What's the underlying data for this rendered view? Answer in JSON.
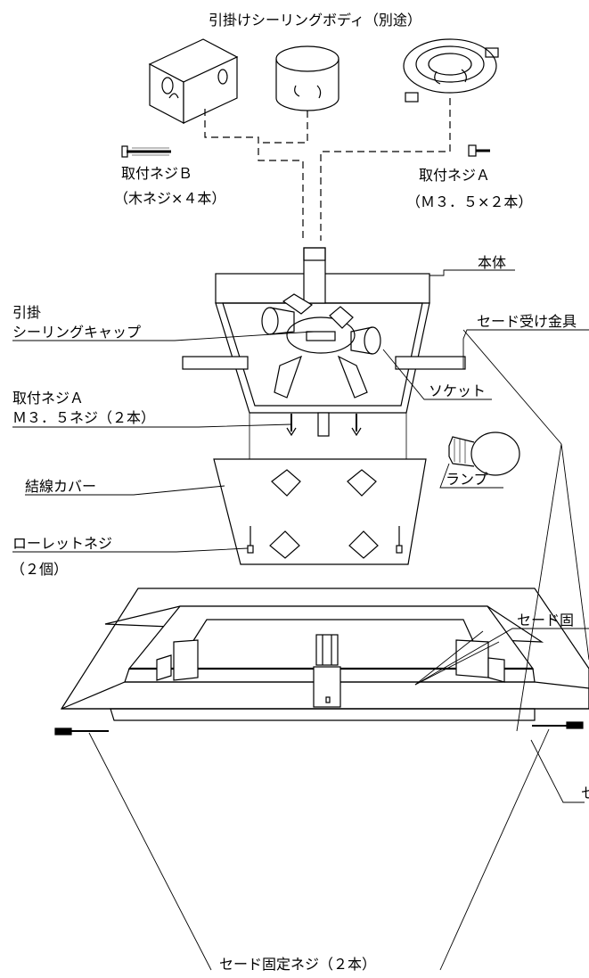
{
  "title": "引掛けシーリングボディ（別途）",
  "labels": {
    "screw_b": "取付ネジＢ",
    "screw_b_note": "（木ネジ×４本）",
    "screw_a_top": "取付ネジＡ",
    "screw_a_top_note": "（Ｍ３．５×２本）",
    "body": "本体",
    "ceiling_cap_1": "引掛",
    "ceiling_cap_2": "シーリングキャップ",
    "shade_bracket": "セード受け金具",
    "screw_a_mid": "取付ネジＡ",
    "screw_a_mid_note": "Ｍ３．５ネジ（２本）",
    "socket": "ソケット",
    "wiring_cover": "結線カバー",
    "lamp": "ランプ",
    "knurl_screw": "ローレットネジ",
    "knurl_screw_note": "（２個）",
    "shade_fix_partial": "セード固",
    "shade_partial": "セ",
    "shade_fix_screw": "セード固定ネジ（２本）"
  }
}
